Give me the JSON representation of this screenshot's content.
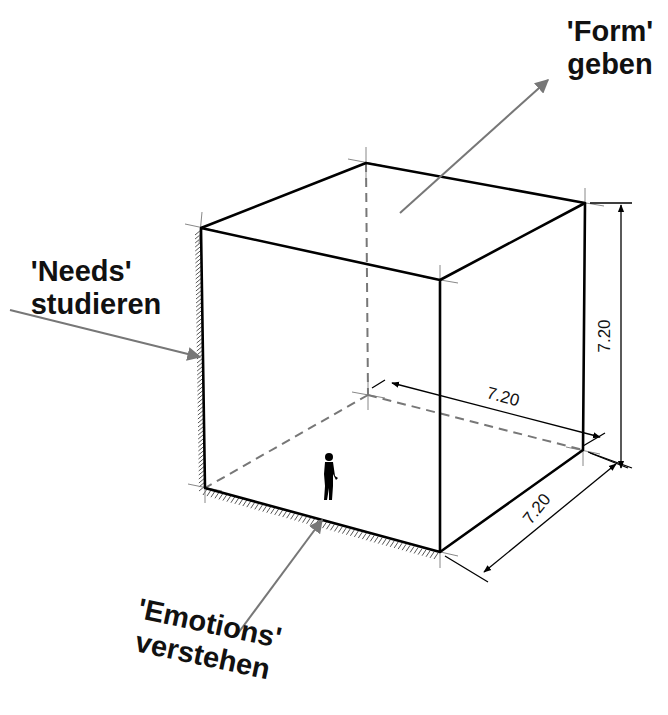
{
  "diagram": {
    "labels": [
      "'Form' geben",
      "'Needs' studieren",
      "'Emotions' verstehen",
      "7.20",
      "7.20",
      "7.20"
    ]
  }
}
